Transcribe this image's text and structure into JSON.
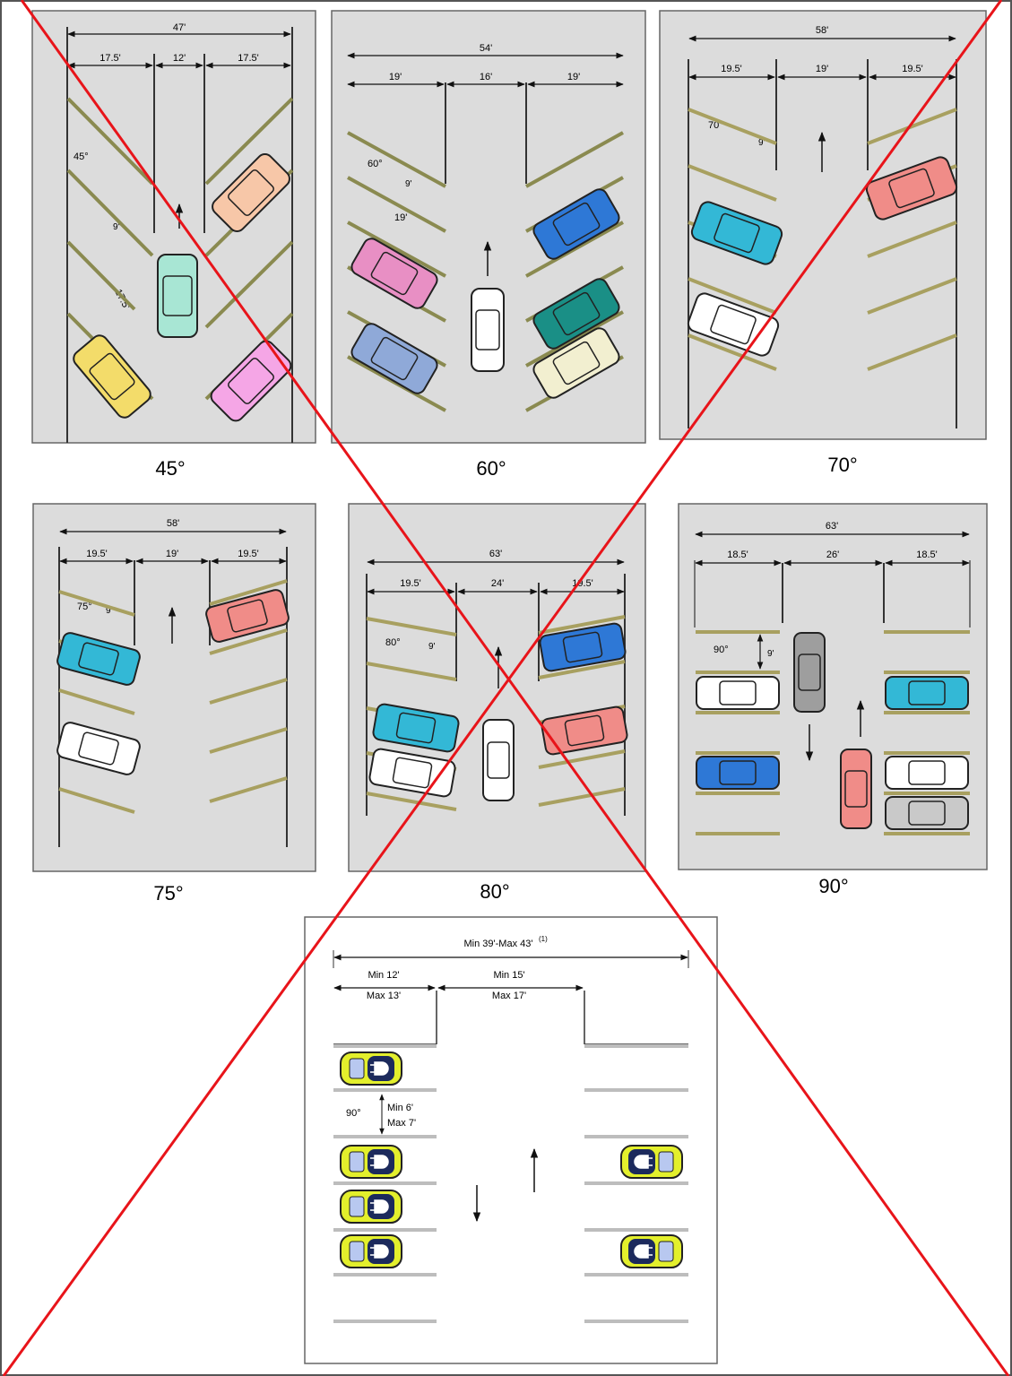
{
  "diagram": {
    "panels": [
      {
        "angle_label": "45°",
        "total": "47'",
        "seg_left": "17.5'",
        "seg_mid": "12'",
        "seg_right": "17.5'",
        "angle_mark": "45°",
        "stall_width": "9'",
        "stall_depth": "17.5'"
      },
      {
        "angle_label": "60°",
        "total": "54'",
        "seg_left": "19'",
        "seg_mid": "16'",
        "seg_right": "19'",
        "angle_mark": "60°",
        "stall_width": "9'",
        "stall_depth": "19'"
      },
      {
        "angle_label": "70°",
        "total": "58'",
        "seg_left": "19.5'",
        "seg_mid": "19'",
        "seg_right": "19.5'",
        "angle_mark": "70°",
        "stall_width": "9'"
      },
      {
        "angle_label": "75°",
        "total": "58'",
        "seg_left": "19.5'",
        "seg_mid": "19'",
        "seg_right": "19.5'",
        "angle_mark": "75°",
        "stall_width": "9'"
      },
      {
        "angle_label": "80°",
        "total": "63'",
        "seg_left": "19.5'",
        "seg_mid": "24'",
        "seg_right": "19.5'",
        "angle_mark": "80°",
        "stall_width": "9'"
      },
      {
        "angle_label": "90°",
        "total": "63'",
        "seg_left": "18.5'",
        "seg_mid": "26'",
        "seg_right": "18.5'",
        "angle_mark": "90°",
        "stall_width": "9'"
      }
    ],
    "ev": {
      "total": "Min 39'-Max 43'",
      "total_note": "(1)",
      "left_min": "Min 12'",
      "left_max": "Max 13'",
      "mid_min": "Min 15'",
      "mid_max": "Max 17'",
      "angle_mark": "90°",
      "width_min": "Min 6'",
      "width_max": "Max 7'"
    },
    "colors": {
      "panel_bg": "#dcdcdc",
      "stripe": "#a8a060",
      "cross": "#e8141a"
    },
    "car_colors": [
      "#f7c7a8",
      "#a8e6d4",
      "#f3dc6a",
      "#f5a6e6",
      "#e88fc4",
      "#8fa9d8",
      "#2e78d6",
      "#1a8f86",
      "#f2efd0",
      "#33b8d6",
      "#f08c88",
      "#9e9e9e"
    ]
  }
}
